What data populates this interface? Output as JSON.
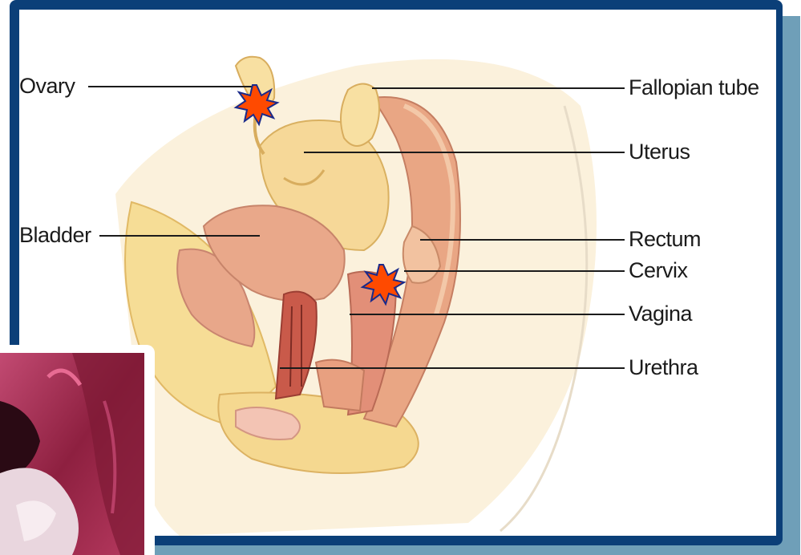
{
  "labels": {
    "ovary": "Ovary",
    "fallopian_tube": "Fallopian tube",
    "uterus": "Uterus",
    "bladder": "Bladder",
    "rectum": "Rectum",
    "cervix": "Cervix",
    "vagina": "Vagina",
    "urethra": "Urethra"
  },
  "colors": {
    "frame": "#0b3f78",
    "frame_shadow": "#6f9fb8",
    "starburst_fill": "#ff4a00",
    "starburst_stroke": "#1a2a8a"
  },
  "icons": {
    "marker": "starburst-icon"
  }
}
